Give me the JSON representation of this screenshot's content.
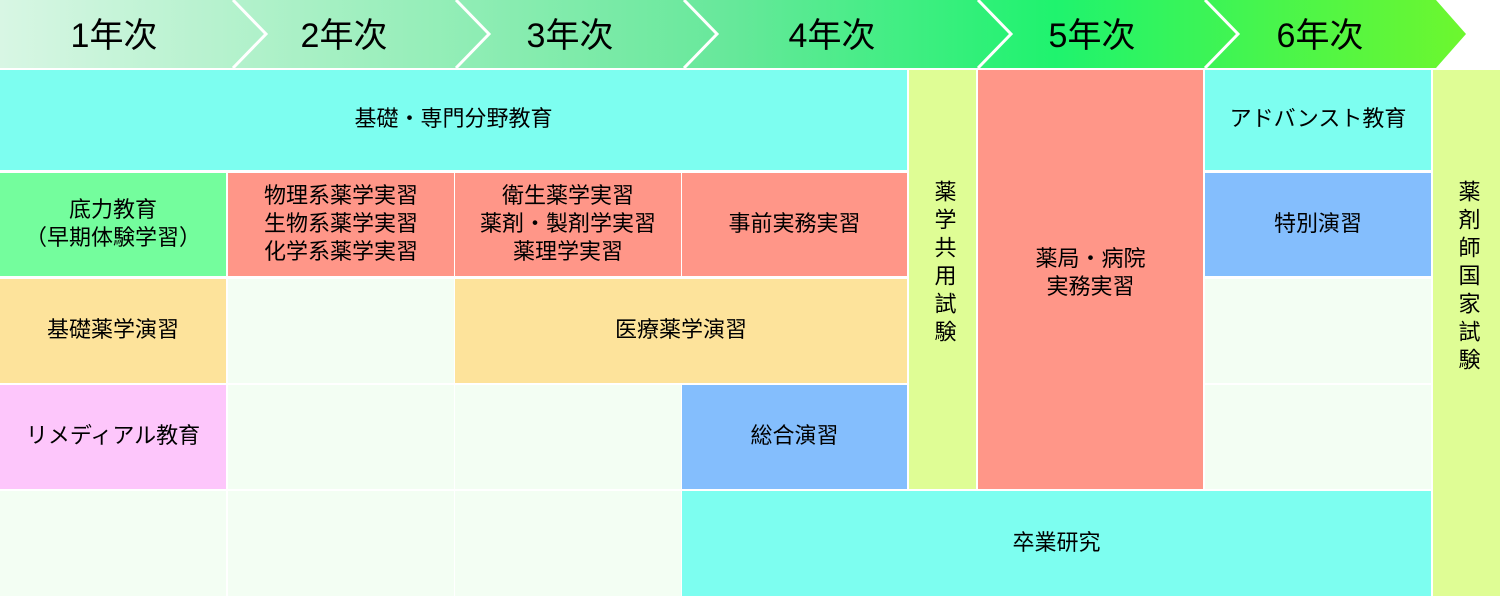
{
  "years": [
    "1年次",
    "2年次",
    "3年次",
    "4年次",
    "5年次",
    "6年次"
  ],
  "blocks": {
    "basic_specialized": "基礎・専門分野教育",
    "advanced": "アドバンスト教育",
    "foundation_education": "底力教育\n（早期体験学習）",
    "physics_bio_chem_lab": "物理系薬学実習\n生物系薬学実習\n化学系薬学実習",
    "hygiene_lab": "衛生薬学実習\n薬剤・製剤学実習\n薬理学実習",
    "preclinical_practice": "事前実務実習",
    "special_exercise": "特別演習",
    "basic_pharmacy_exercise": "基礎薬学演習",
    "medical_pharmacy_exercise": "医療薬学演習",
    "remedial_education": "リメディアル教育",
    "comprehensive_exercise": "総合演習",
    "graduation_research": "卒業研究",
    "common_exam": "薬学共用試験",
    "pharmacy_hospital_practice": "薬局・病院\n実務実習",
    "national_exam": "薬剤師国家試験"
  },
  "colors": {
    "cyan": "#7dfef0",
    "salmon": "#ff9688",
    "green": "#74fd9d",
    "yellow": "#fde39b",
    "pink": "#fdc6fb",
    "blue": "#84befd",
    "lime": "#dffd95",
    "empty": "#f3fef3"
  }
}
